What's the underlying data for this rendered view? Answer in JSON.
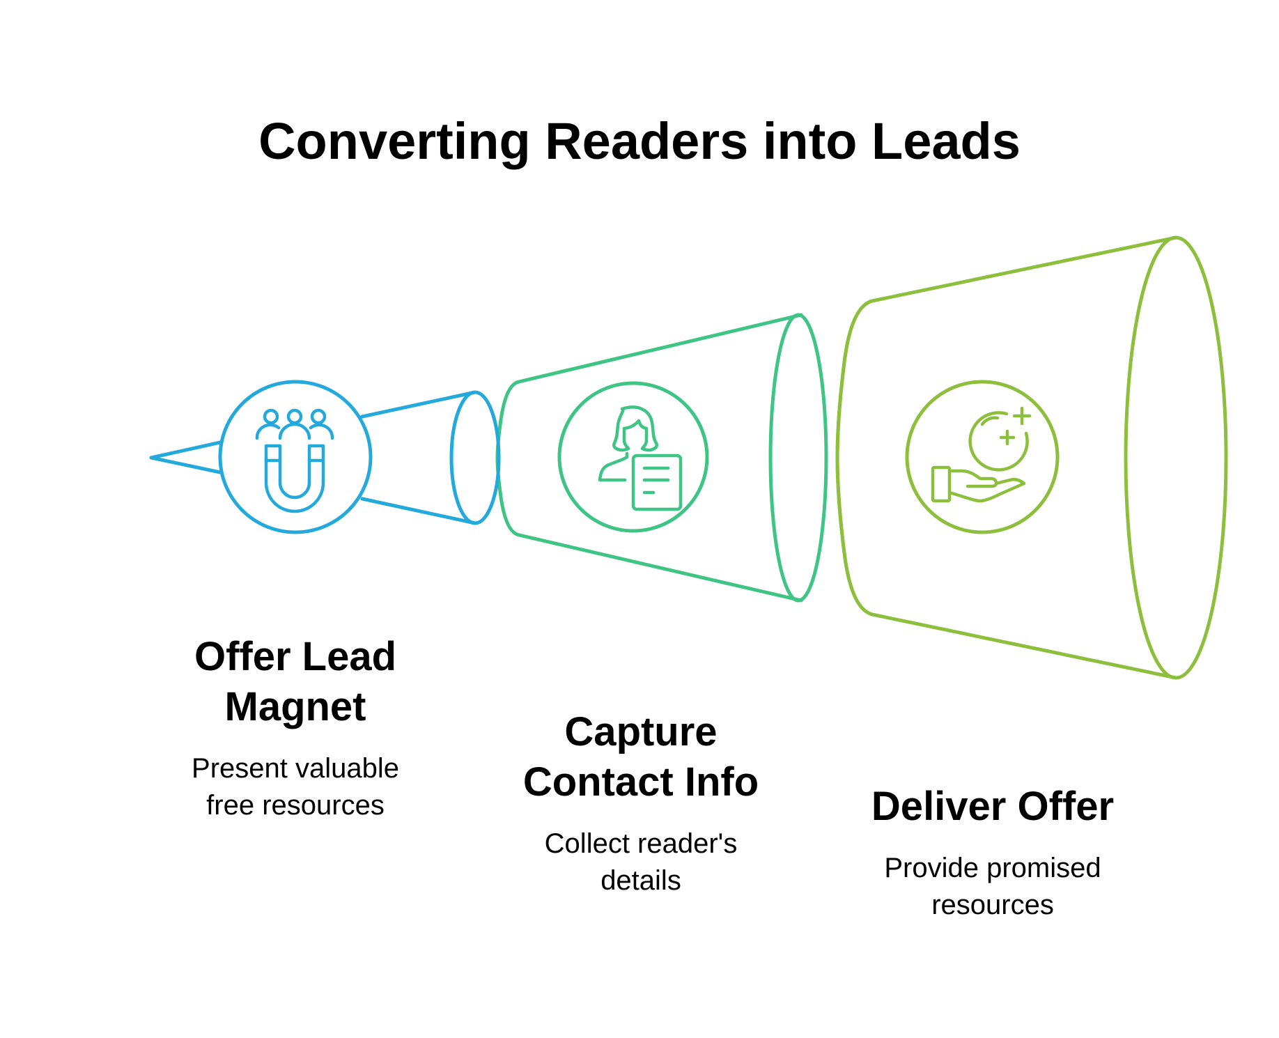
{
  "title": "Converting Readers into Leads",
  "colors": {
    "stage1": "#23A9DB",
    "stage2": "#3EC485",
    "stage3": "#8DBF3C",
    "text": "#000000",
    "background": "#FFFFFF"
  },
  "steps": [
    {
      "heading": "Offer Lead Magnet",
      "heading_lines": [
        "Offer Lead",
        "Magnet"
      ],
      "description_lines": [
        "Present valuable",
        "free resources"
      ],
      "icon": "magnet-attracting-people-icon",
      "color": "#23A9DB"
    },
    {
      "heading": "Capture Contact Info",
      "heading_lines": [
        "Capture",
        "Contact Info"
      ],
      "description_lines": [
        "Collect reader's",
        "details"
      ],
      "icon": "person-with-form-icon",
      "color": "#3EC485"
    },
    {
      "heading": "Deliver Offer",
      "heading_lines": [
        "Deliver Offer"
      ],
      "description_lines": [
        "Provide promised",
        "resources"
      ],
      "icon": "hand-offering-coin-icon",
      "color": "#8DBF3C"
    }
  ]
}
